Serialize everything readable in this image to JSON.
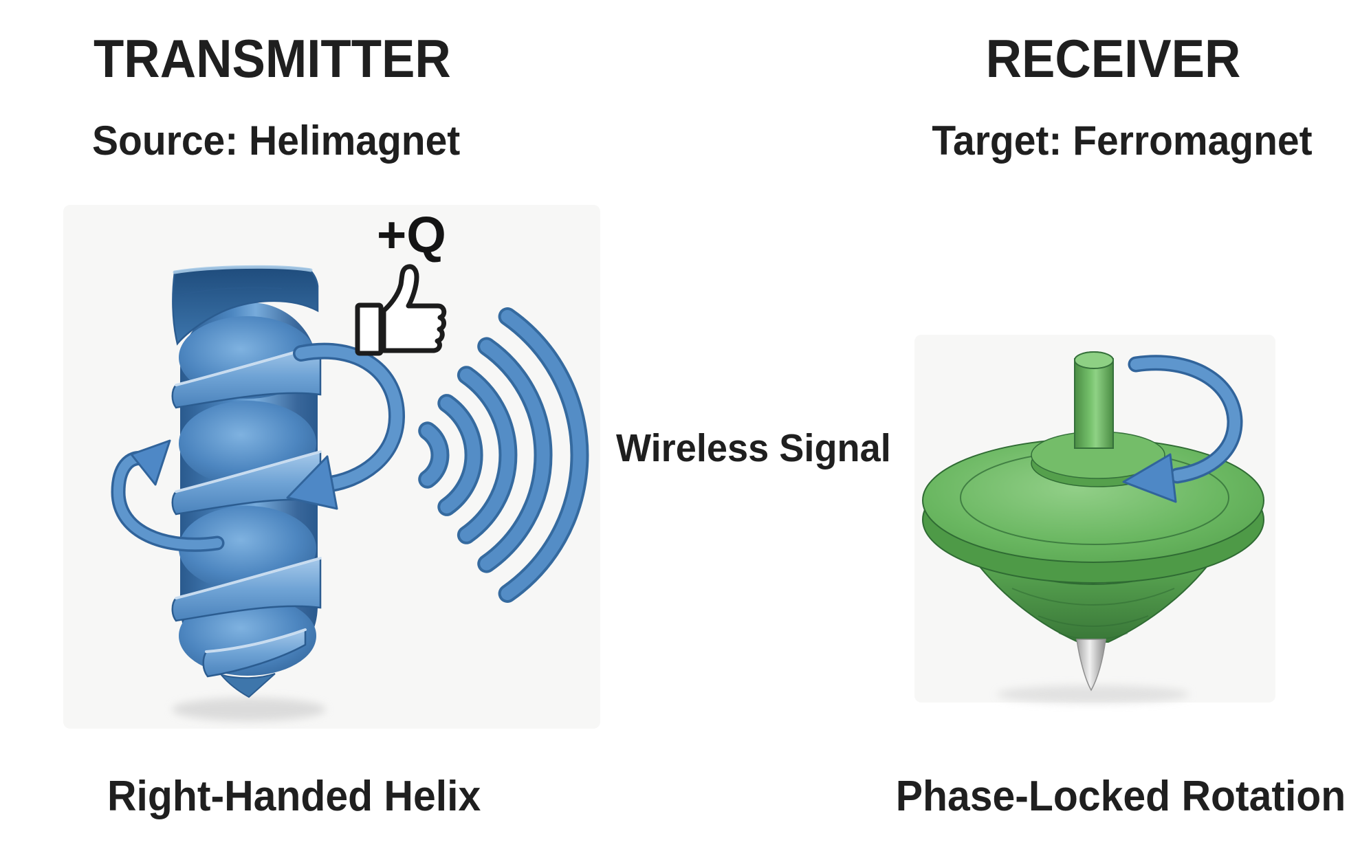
{
  "transmitter": {
    "title": "TRANSMITTER",
    "subtitle": "Source: Helimagnet",
    "caption": "Right-Handed Helix",
    "charge_annotation": "+Q"
  },
  "receiver": {
    "title": "RECEIVER",
    "subtitle": "Target: Ferromagnet",
    "caption": "Phase-Locked Rotation"
  },
  "link": {
    "label": "Wireless Signal"
  },
  "icons": {
    "helix": "right-handed-helix-illustration",
    "rotation_arrows": "rotation-arrow-icon",
    "thumbs_up": "thumbs-up-icon",
    "wireless_waves": "wireless-waves-icon",
    "spinning_top": "spinning-top-illustration"
  },
  "colors": {
    "text": "#1f1f1f",
    "panel_background": "#f7f7f6",
    "helix_blue": "#4e88c6",
    "helix_blue_dark": "#2b5c90",
    "wave_blue": "#4d86c3",
    "top_green": "#6ab761",
    "top_green_dark": "#2f6b33",
    "spike_gray": "#bdbdbd"
  }
}
